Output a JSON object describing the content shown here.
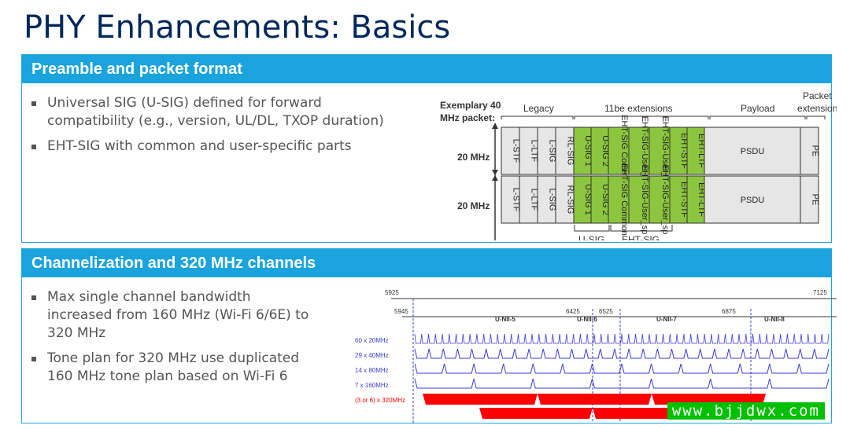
{
  "title": "PHY Enhancements: Basics",
  "panel1": {
    "heading": "Preamble and packet format",
    "bullets": [
      "Universal SIG (U-SIG) defined for forward compatibility (e.g., version, UL/DL, TXOP duration)",
      "EHT-SIG with common and user-specific parts"
    ],
    "diagram": {
      "exemplary": [
        "Exemplary 40",
        "MHz packet:"
      ],
      "legacy_label": "Legacy",
      "ext_label": "11be extensions",
      "payload_label": "Payload",
      "packet_ext_label": [
        "Packet",
        "extension"
      ],
      "row_labels": [
        "20 MHz",
        "20 MHz"
      ],
      "fields": [
        "L-STF",
        "L-LTF",
        "L-SIG",
        "RL-SIG",
        "U-SIG 1",
        "U-SIG 2",
        "EHT-SIG Common",
        "EHT-SIG-User_sp",
        "EHT-SIG-User_sp",
        "EHT-STF",
        "EHT-LTF",
        "PSDU",
        "PE"
      ],
      "usig_label": "U-SIG",
      "ehtsig_label": "EHT-SIG",
      "colors": {
        "legacy": "#e6e6e6",
        "ext": "#8cc63f",
        "payload": "#e6e6e6"
      }
    }
  },
  "panel2": {
    "heading": "Channelization and 320 MHz channels",
    "bullets": [
      "Max single channel bandwidth increased from 160 MHz (Wi-Fi 6/6E) to 320 MHz",
      "Tone plan for 320 MHz use duplicated 160 MHz tone plan based on Wi-Fi 6"
    ],
    "channel": {
      "freqs": [
        "5925",
        "7125",
        "5945",
        "6425",
        "6525",
        "6875"
      ],
      "bands": [
        "U-NII-5",
        "U-NII-6",
        "U-NII-7",
        "U-NII-8"
      ],
      "rows": [
        "60 x 20MHz",
        "29 x 40MHz",
        "14 x 80MHz",
        "7 x 160MHz",
        "(3 or 6) x 320MHz"
      ],
      "row_counts": [
        60,
        29,
        14,
        7
      ],
      "colors": {
        "line": "#3b3bd6",
        "red": "#ff0000"
      }
    }
  },
  "watermark": "www.bjjdwx.com"
}
